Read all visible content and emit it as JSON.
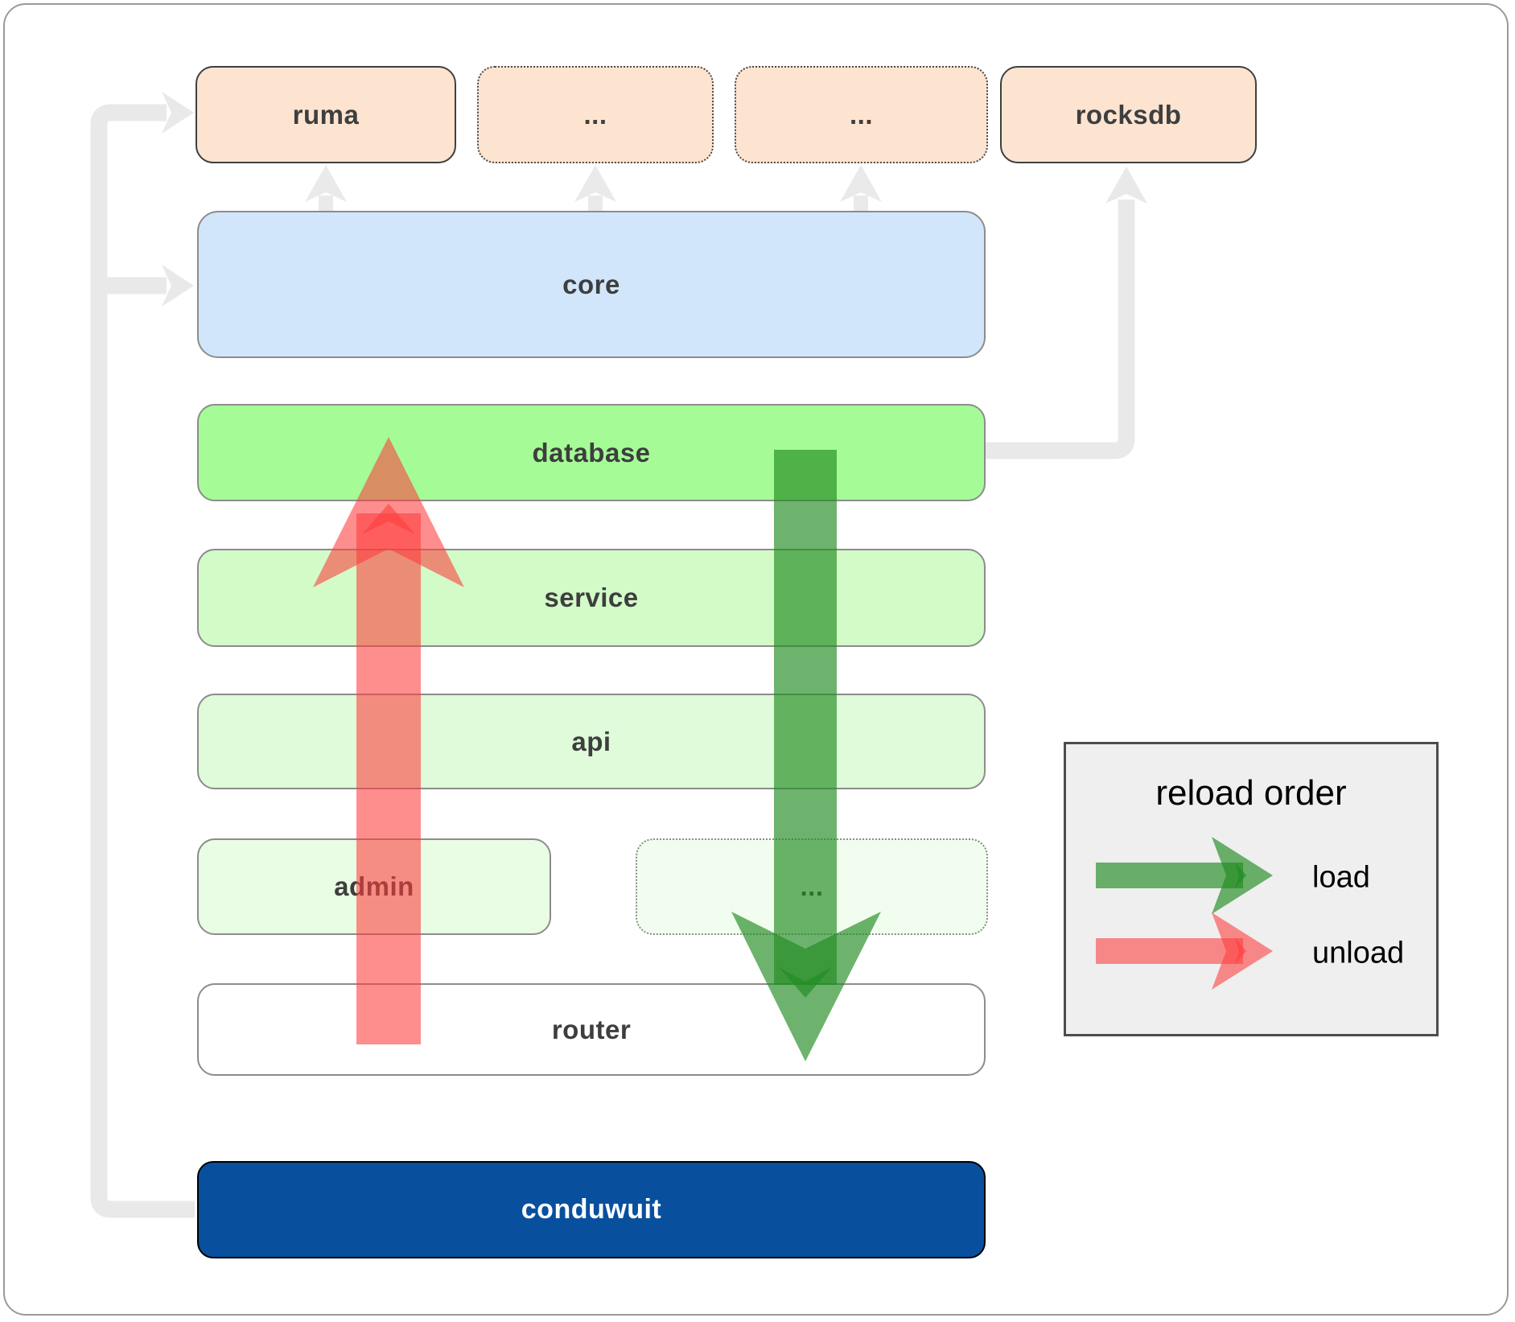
{
  "boxes": {
    "ruma": {
      "label": "ruma"
    },
    "top_ellipsis_1": {
      "label": "..."
    },
    "top_ellipsis_2": {
      "label": "..."
    },
    "rocksdb": {
      "label": "rocksdb"
    },
    "core": {
      "label": "core"
    },
    "database": {
      "label": "database"
    },
    "service": {
      "label": "service"
    },
    "api": {
      "label": "api"
    },
    "admin": {
      "label": "admin"
    },
    "admin_ellipsis": {
      "label": "..."
    },
    "router": {
      "label": "router"
    },
    "conduwuit": {
      "label": "conduwuit"
    }
  },
  "legend": {
    "title": "reload order",
    "items": [
      {
        "label": "load",
        "color": "#228b22"
      },
      {
        "label": "unload",
        "color": "#fd3c3c"
      }
    ]
  },
  "colors": {
    "load_arrow": "rgba(34,139,34,0.66)",
    "unload_arrow": "rgba(253,60,60,0.58)",
    "connector_gray": "#e9e9e9",
    "peach_fill": "#fce4d1",
    "core_fill": "#d2e6fb",
    "database_fill": "#a5fc97",
    "conduwuit_fill": "#08509e"
  }
}
